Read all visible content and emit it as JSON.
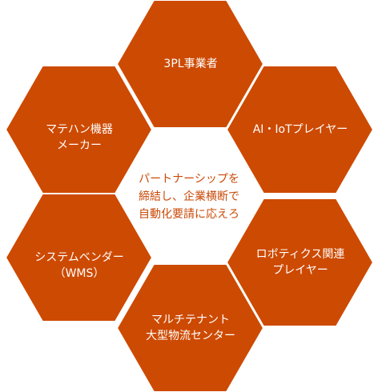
{
  "colors": {
    "hex_fill": "#cd4a02",
    "hex_stroke": "#ffffff",
    "center_text": "#c94a08"
  },
  "center": {
    "text": "パートナーシップを\n締結し、企業横断で\n自動化要請に応えろ"
  },
  "hexagons": [
    {
      "id": "top",
      "label": "3PL事業者"
    },
    {
      "id": "upper-right",
      "label": "AI・IoTプレイヤー"
    },
    {
      "id": "lower-right",
      "label": "ロボティクス関連\nプレイヤー"
    },
    {
      "id": "bottom",
      "label": "マルチテナント\n大型物流センター"
    },
    {
      "id": "lower-left",
      "label": "システムベンダー\n（WMS）"
    },
    {
      "id": "upper-left",
      "label": "マテハン機器\nメーカー"
    }
  ]
}
